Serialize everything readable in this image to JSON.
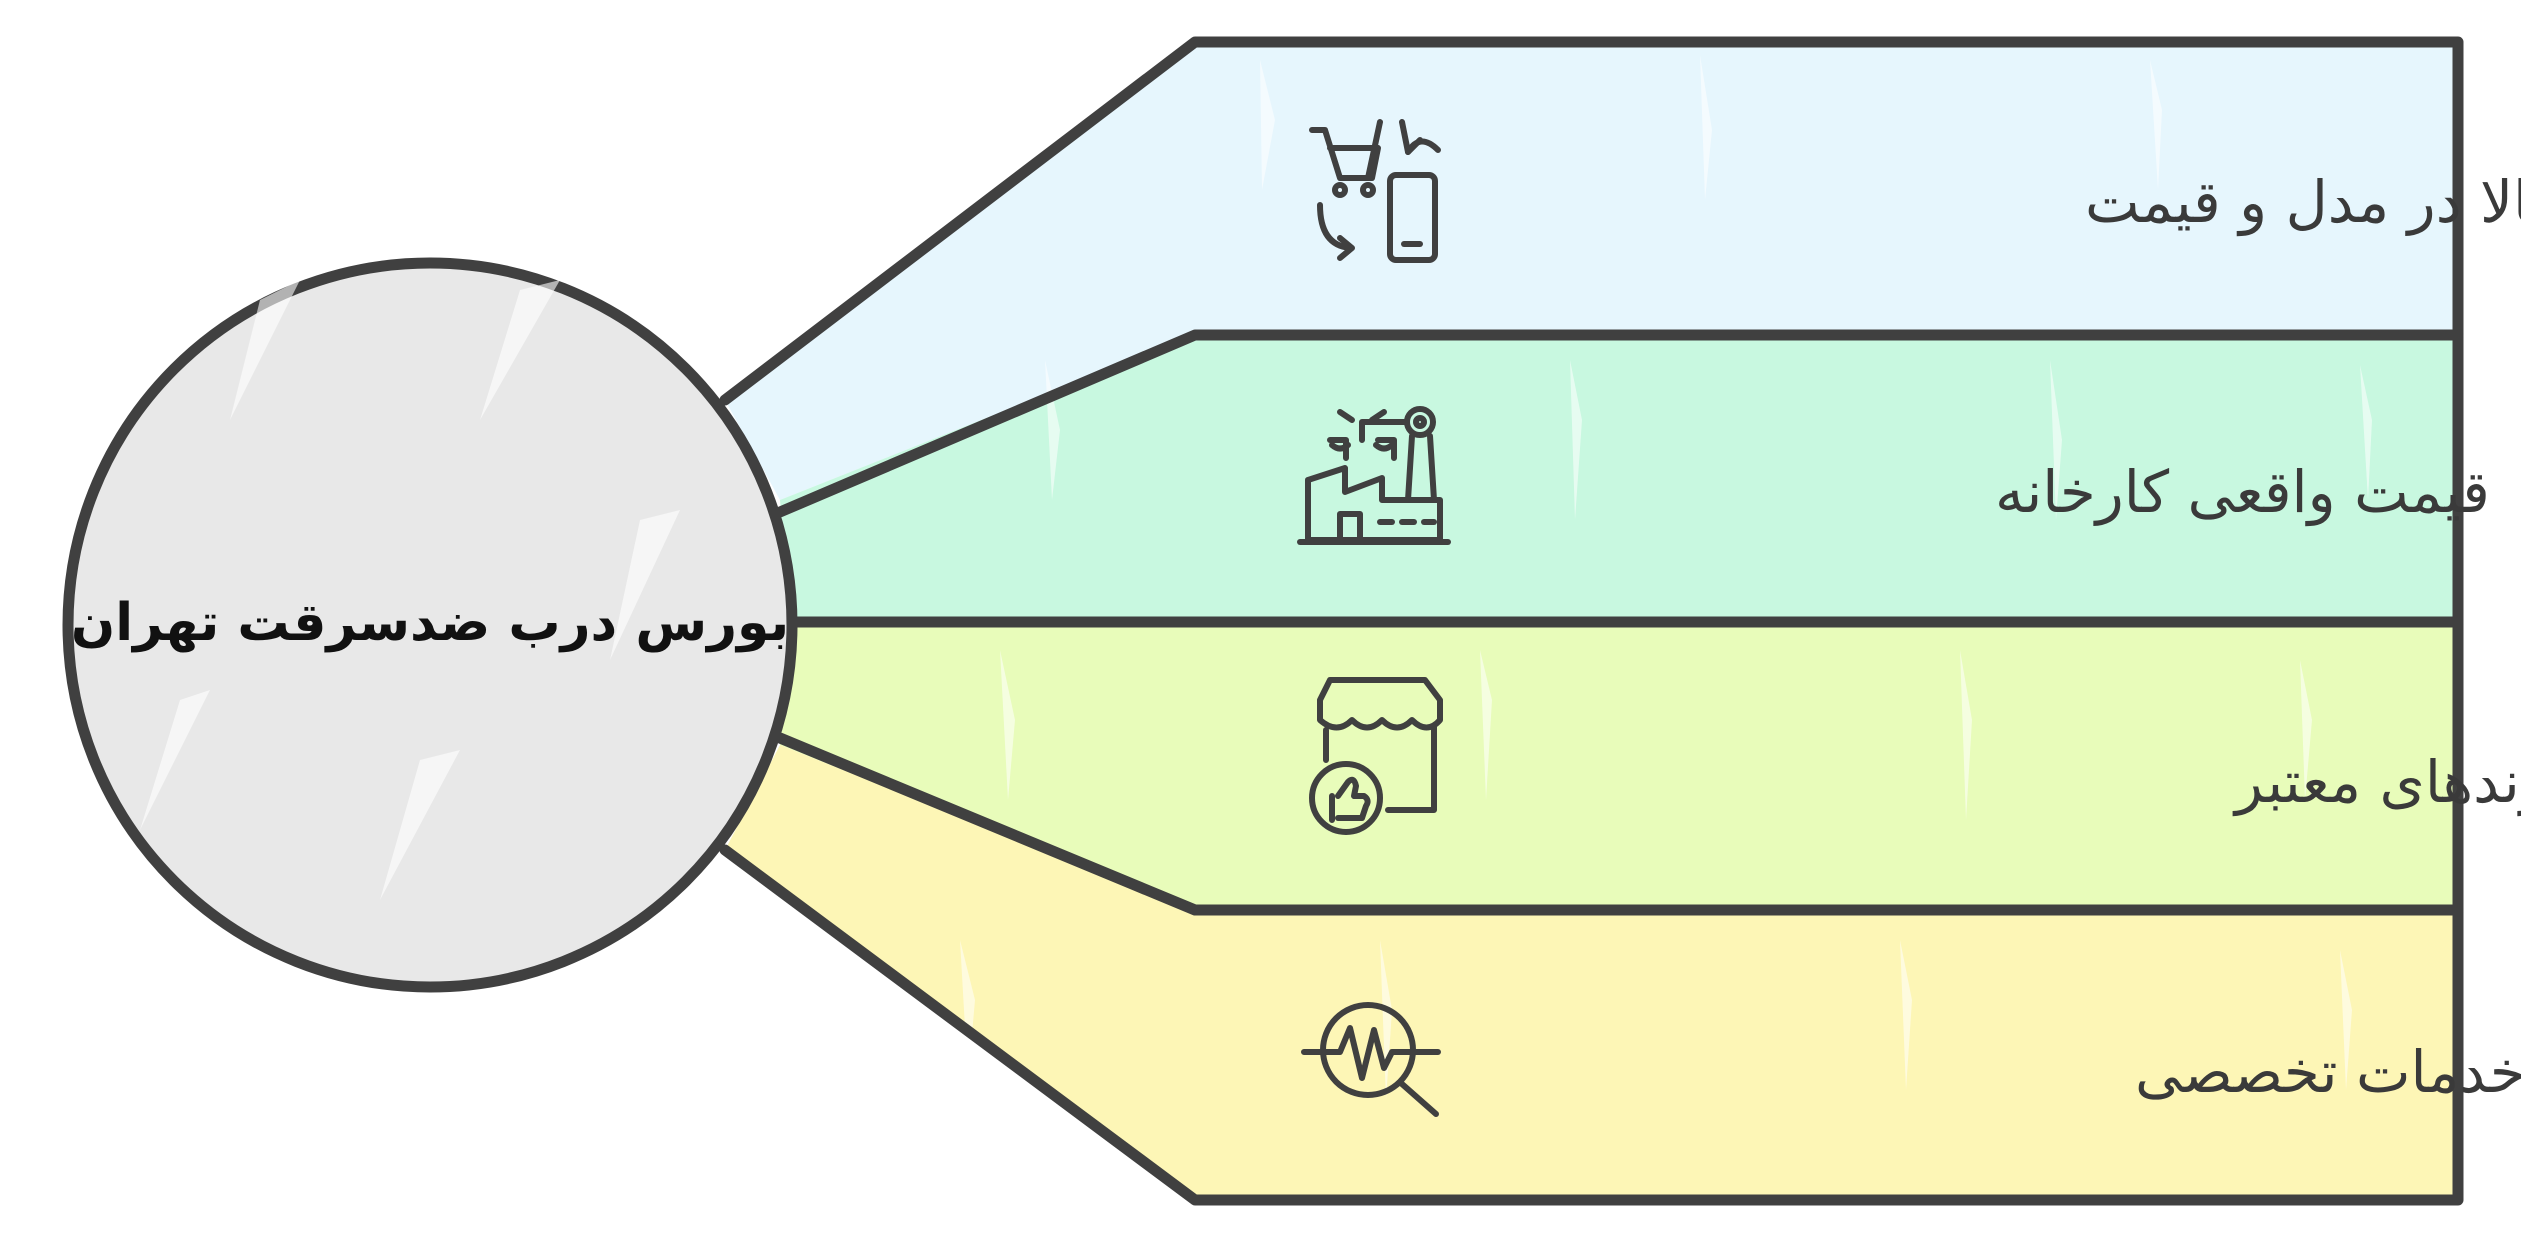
{
  "center": {
    "title": "بورس درب ضدسرقت تهران",
    "color": "#e8e8e8"
  },
  "items": [
    {
      "label": "تنوع بالا در مدل و قیمت",
      "icon": "cart-phone-exchange-icon",
      "color": "#e6f6fd"
    },
    {
      "label": "قیمت واقعی کارخانه",
      "icon": "factory-robot-arm-icon",
      "color": "#c8f8e0"
    },
    {
      "label": "خرید مستقیم از برندهای معتبر",
      "icon": "store-thumbs-up-icon",
      "color": "#e8fcba"
    },
    {
      "label": "مشاوره و خدمات تخصصی",
      "icon": "pulse-magnifier-icon",
      "color": "#fdf6b6"
    }
  ]
}
